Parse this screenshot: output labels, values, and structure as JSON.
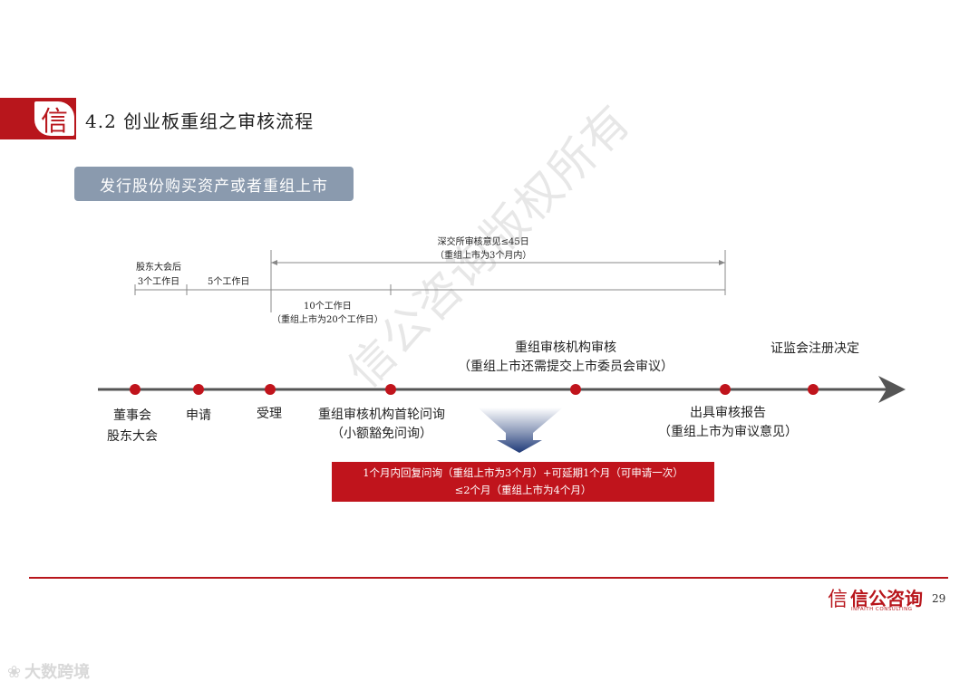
{
  "header": {
    "logo_char": "信",
    "title": "4.2 创业板重组之审核流程"
  },
  "subtitle_box": "发行股份购买资产或者重组上市",
  "timeline": {
    "top_annotations": {
      "szse_review_line1": "深交所审核意见≤45日",
      "szse_review_line2": "（重组上市为3个月内）",
      "after_meeting_line1": "股东大会后",
      "after_meeting_line2": "3个工作日",
      "five_days": "5个工作日",
      "ten_days_line1": "10个工作日",
      "ten_days_line2": "（重组上市为20个工作日）"
    },
    "upper_labels": {
      "review_org_line1": "重组审核机构审核",
      "review_org_line2": "（重组上市还需提交上市委员会审议）",
      "csrc": "证监会注册决定"
    },
    "lower_labels": {
      "board_line1": "董事会",
      "board_line2": "股东大会",
      "apply": "申请",
      "accept": "受理",
      "first_inquiry_line1": "重组审核机构首轮问询",
      "first_inquiry_line2": "（小额豁免问询）",
      "report_line1": "出具审核报告",
      "report_line2": "（重组上市为审议意见）"
    },
    "colors": {
      "node": "#c0141c",
      "axis": "#555555"
    }
  },
  "note_box": {
    "line1": "1个月内回复问询（重组上市为3个月）+可延期1个月（可申请一次）",
    "line2": "≤2个月（重组上市为4个月）"
  },
  "watermark": "信公咨询版权所有",
  "footer": {
    "logo_mark": "信",
    "logo_name": "信公咨询",
    "logo_sub": "INFAITH CONSULTING",
    "page_number": "29"
  },
  "bottom_brand": "大数跨境",
  "colors": {
    "brand_red": "#b8161c",
    "box_blue": "#8a9aae"
  }
}
